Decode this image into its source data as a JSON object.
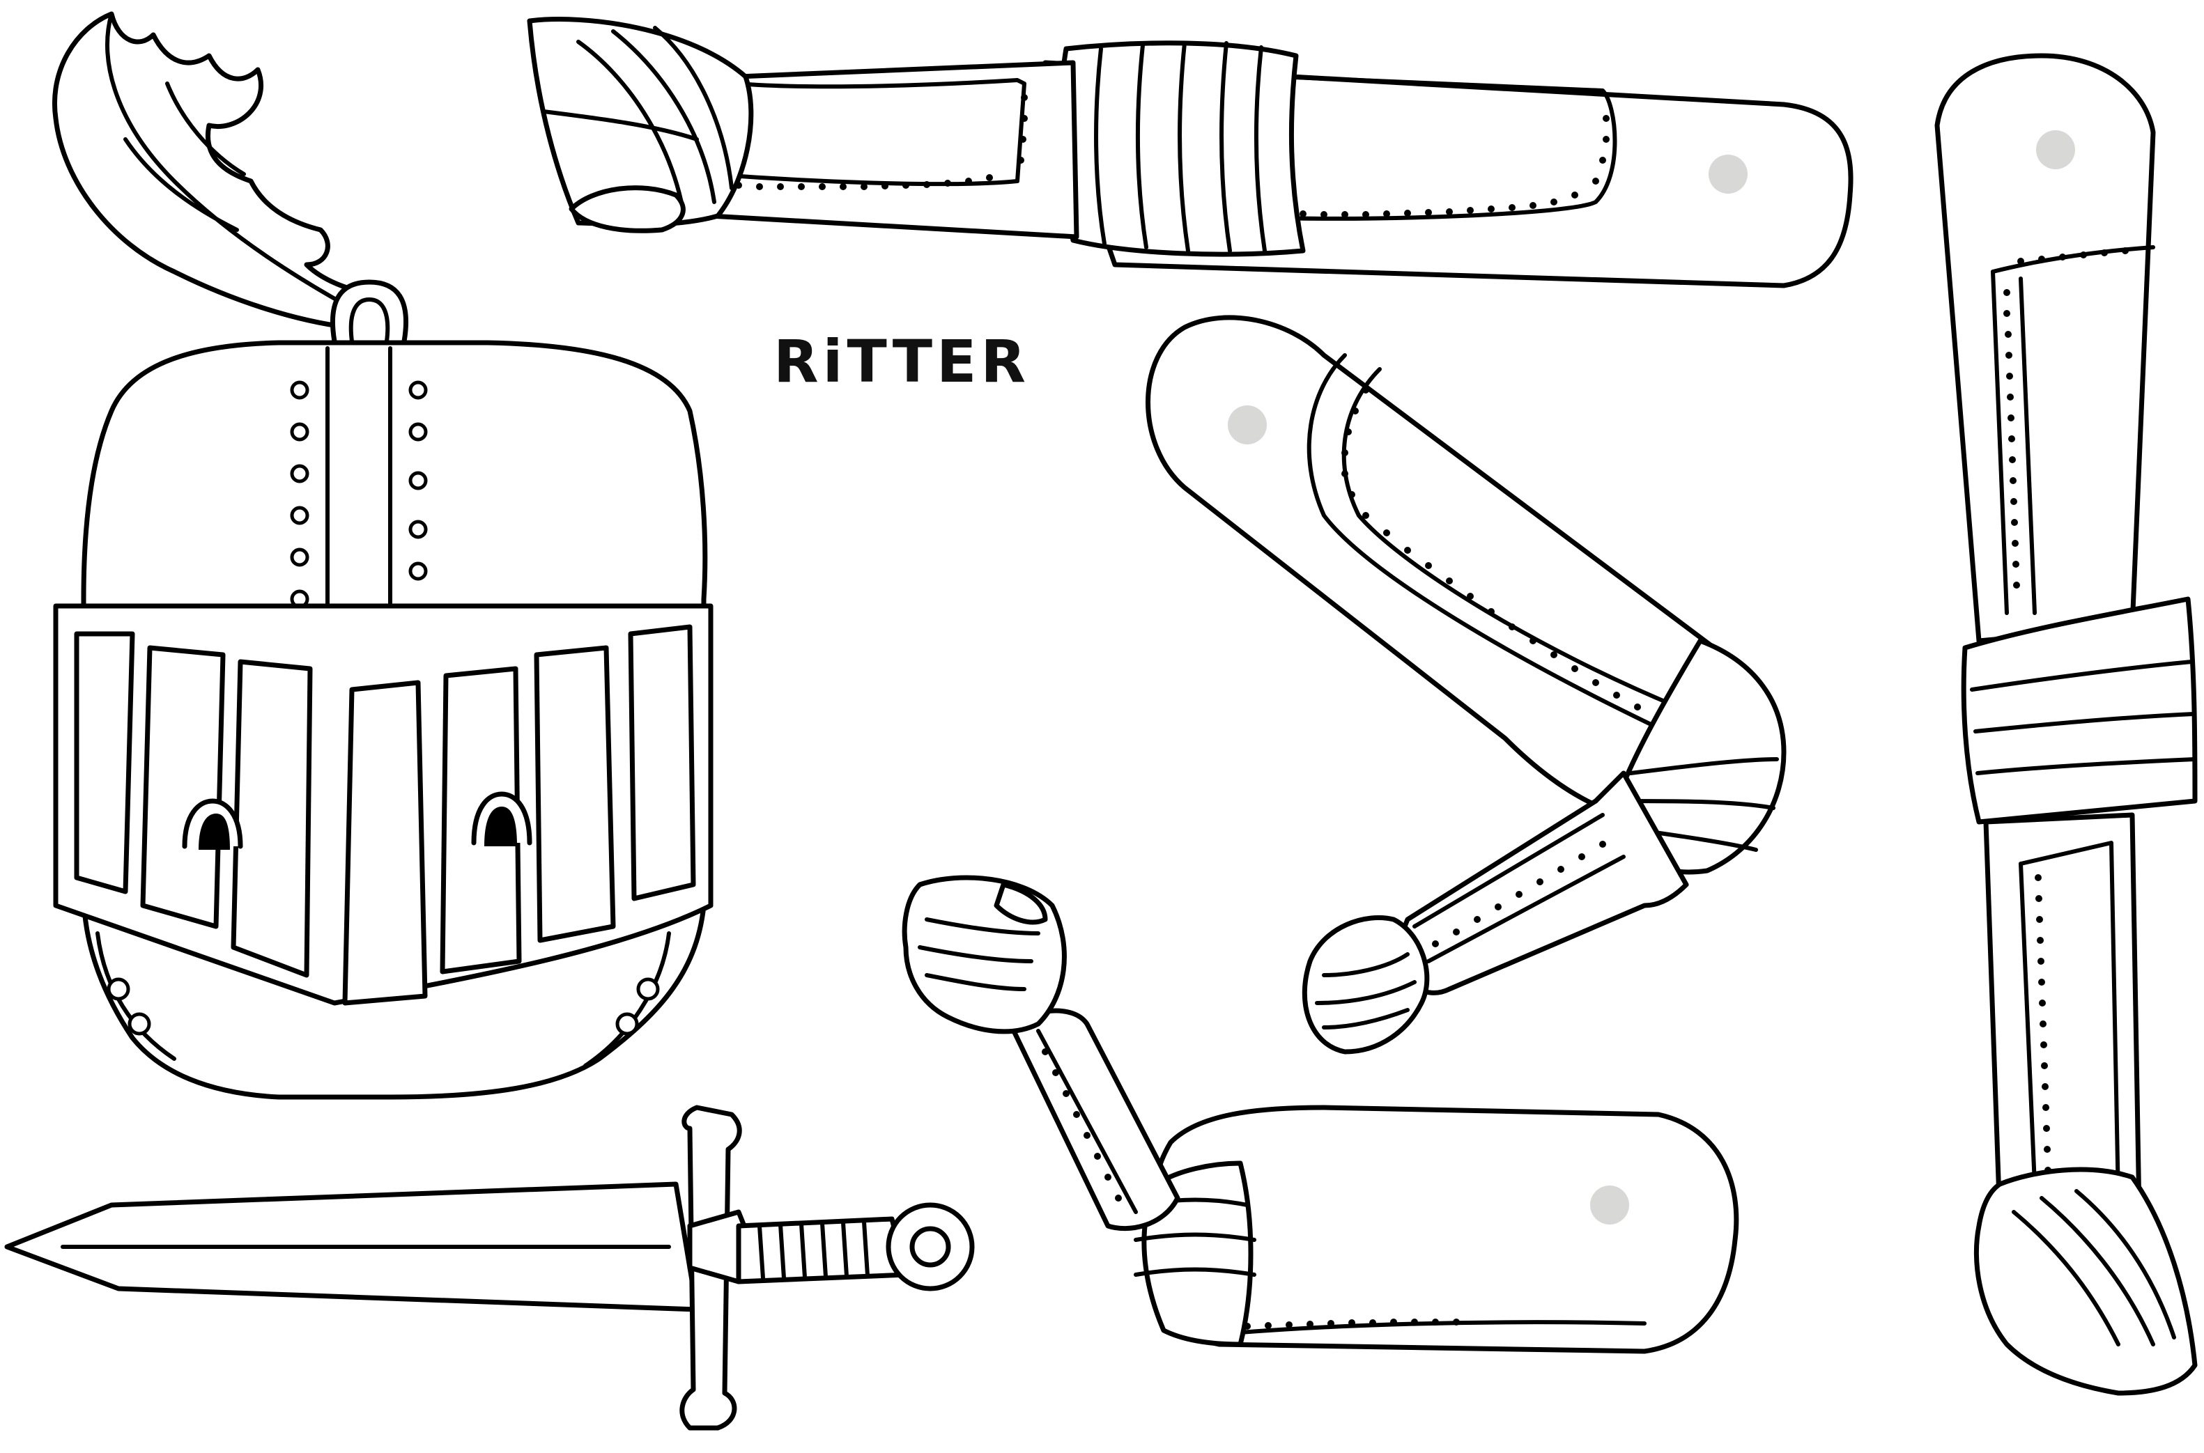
{
  "title": "RiTTER",
  "colors": {
    "ink": "#000000",
    "paper": "#ffffff",
    "pin_marker": "#d8d8d6"
  },
  "parts": [
    {
      "name": "helmet-with-feather"
    },
    {
      "name": "sword"
    },
    {
      "name": "arm-horizontal"
    },
    {
      "name": "arm-bent"
    },
    {
      "name": "arm-raised-fist"
    },
    {
      "name": "leg"
    }
  ]
}
